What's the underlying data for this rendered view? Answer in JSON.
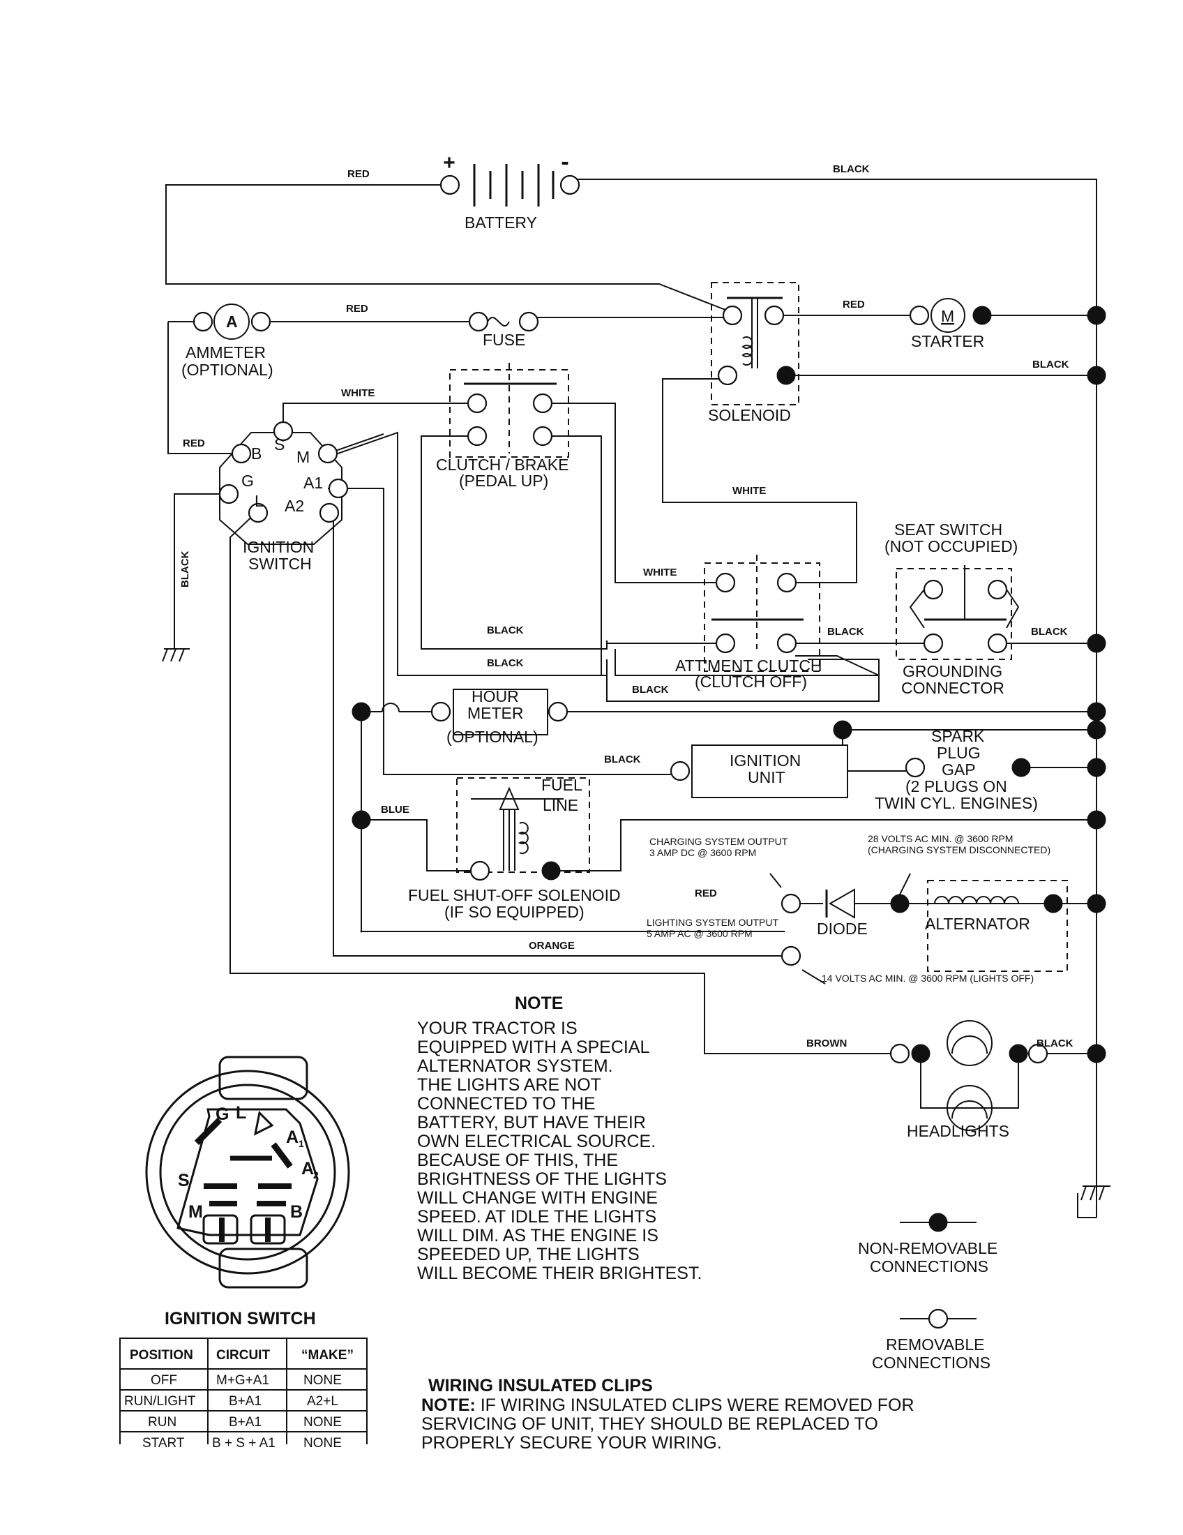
{
  "wires": {
    "red_battery": "RED",
    "black_battery": "BLACK",
    "red_fuse": "RED",
    "red_starter": "RED",
    "black_solenoid": "BLACK",
    "white_switch": "WHITE",
    "red_switch": "RED",
    "white_solenoid": "WHITE",
    "white_attment": "WHITE",
    "black_ground": "BLACK",
    "black_clutch1": "BLACK",
    "black_clutch2": "BLACK",
    "black_attment": "BLACK",
    "black_seat_in": "BLACK",
    "black_seat_out": "BLACK",
    "black_ignition": "BLACK",
    "blue": "BLUE",
    "red_charging": "RED",
    "orange": "ORANGE",
    "brown": "BROWN",
    "black_headlights": "BLACK"
  },
  "components": {
    "battery": "BATTERY",
    "ammeter_symbol": "A",
    "ammeter": "AMMETER",
    "ammeter_optional": "(OPTIONAL)",
    "fuse": "FUSE",
    "starter_symbol": "M",
    "starter": "STARTER",
    "solenoid": "SOLENOID",
    "clutch_brake": "CLUTCH / BRAKE",
    "clutch_brake_state": "(PEDAL UP)",
    "ignition_switch_line1": "IGNITION",
    "ignition_switch_line2": "SWITCH",
    "terminals": {
      "B": "B",
      "S": "S",
      "M": "M",
      "G": "G",
      "A1": "A1",
      "L": "L",
      "A2": "A2"
    },
    "seat_switch": "SEAT SWITCH",
    "seat_switch_state": "(NOT OCCUPIED)",
    "attment_clutch": "ATT'MENT CLUTCH",
    "attment_clutch_state": "(CLUTCH OFF)",
    "grounding_connector_line1": "GROUNDING",
    "grounding_connector_line2": "CONNECTOR",
    "hour_meter_line1": "HOUR",
    "hour_meter_line2": "METER",
    "hour_meter_optional": "(OPTIONAL)",
    "ignition_unit_line1": "IGNITION",
    "ignition_unit_line2": "UNIT",
    "spark_plug_lines": [
      "SPARK",
      "PLUG",
      "GAP",
      "(2 PLUGS ON",
      "TWIN CYL. ENGINES)"
    ],
    "fuel_line_1": "FUEL",
    "fuel_line_2": "LINE",
    "fuel_solenoid": "FUEL SHUT-OFF SOLENOID",
    "fuel_solenoid_note": "(IF SO EQUIPPED)",
    "charging_output_1": "CHARGING SYSTEM OUTPUT",
    "charging_output_2": "3 AMP DC @ 3600 RPM",
    "volts28_1": "28 VOLTS AC MIN. @ 3600 RPM",
    "volts28_2": "(CHARGING SYSTEM DISCONNECTED)",
    "diode": "DIODE",
    "alternator": "ALTERNATOR",
    "lighting_output_1": "LIGHTING SYSTEM OUTPUT",
    "lighting_output_2": "5 AMP AC @ 3600 RPM",
    "volts14": "14 VOLTS AC MIN. @ 3600 RPM (LIGHTS OFF)",
    "headlights": "HEADLIGHTS"
  },
  "note": {
    "title": "NOTE",
    "lines": [
      "YOUR TRACTOR IS",
      "EQUIPPED WITH A SPECIAL",
      "ALTERNATOR SYSTEM.",
      "THE LIGHTS ARE NOT",
      "CONNECTED TO THE",
      "BATTERY, BUT HAVE THEIR",
      "OWN ELECTRICAL SOURCE.",
      "BECAUSE OF THIS, THE",
      "BRIGHTNESS OF THE LIGHTS",
      "WILL CHANGE WITH ENGINE",
      "SPEED.  AT IDLE THE LIGHTS",
      "WILL DIM.  AS THE ENGINE IS",
      "SPEEDED UP, THE LIGHTS",
      "WILL BECOME THEIR BRIGHTEST."
    ]
  },
  "legend": {
    "non_removable_1": "NON-REMOVABLE",
    "non_removable_2": "CONNECTIONS",
    "removable_1": "REMOVABLE",
    "removable_2": "CONNECTIONS"
  },
  "clips": {
    "title": "WIRING INSULATED CLIPS",
    "note_label": "NOTE:",
    "line1": " IF WIRING INSULATED CLIPS WERE REMOVED FOR",
    "line2": "SERVICING OF UNIT, THEY SHOULD BE REPLACED TO",
    "line3": "PROPERLY SECURE YOUR WIRING."
  },
  "switch_face": {
    "G": "G",
    "L": "L",
    "A1": "A",
    "A1_sub": "1",
    "A2": "A",
    "A2_sub": "2",
    "S": "S",
    "M": "M",
    "B": "B"
  },
  "ignition_table": {
    "title": "IGNITION SWITCH",
    "headers": [
      "POSITION",
      "CIRCUIT",
      "“MAKE”"
    ],
    "rows": [
      [
        "OFF",
        "M+G+A1",
        "NONE"
      ],
      [
        "RUN/LIGHT",
        "B+A1",
        "A2+L"
      ],
      [
        "RUN",
        "B+A1",
        "NONE"
      ],
      [
        "START",
        "B + S + A1",
        "NONE"
      ]
    ]
  }
}
